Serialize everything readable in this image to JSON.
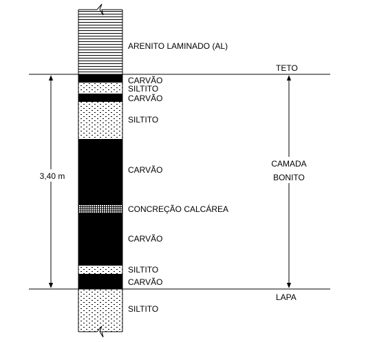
{
  "column": {
    "layers": [
      {
        "id": "al",
        "label": "ARENITO LAMINADO (AL)",
        "pattern": "laminated"
      },
      {
        "id": "c1",
        "label": "CARVÃO",
        "pattern": "coal"
      },
      {
        "id": "s1",
        "label": "SILTITO",
        "pattern": "siltstone"
      },
      {
        "id": "c2",
        "label": "CARVÃO",
        "pattern": "coal"
      },
      {
        "id": "s2",
        "label": "SILTITO",
        "pattern": "siltstone"
      },
      {
        "id": "c3",
        "label": "CARVÃO",
        "pattern": "coal"
      },
      {
        "id": "cc",
        "label": "CONCREÇÃO CALCÁREA",
        "pattern": "concretion"
      },
      {
        "id": "c4",
        "label": "CARVÃO",
        "pattern": "coal"
      },
      {
        "id": "s3",
        "label": "SILTITO",
        "pattern": "siltstone"
      },
      {
        "id": "c5",
        "label": "CARVÃO",
        "pattern": "coal"
      },
      {
        "id": "s4",
        "label": "SILTITO",
        "pattern": "siltstone"
      }
    ]
  },
  "boundaries": {
    "roof_label": "TETO",
    "floor_label": "LAPA"
  },
  "thickness": {
    "label": "3,40 m"
  },
  "seam": {
    "label_line1": "CAMADA",
    "label_line2": "BONITO"
  },
  "colors": {
    "ink": "#000000",
    "background": "#ffffff"
  }
}
